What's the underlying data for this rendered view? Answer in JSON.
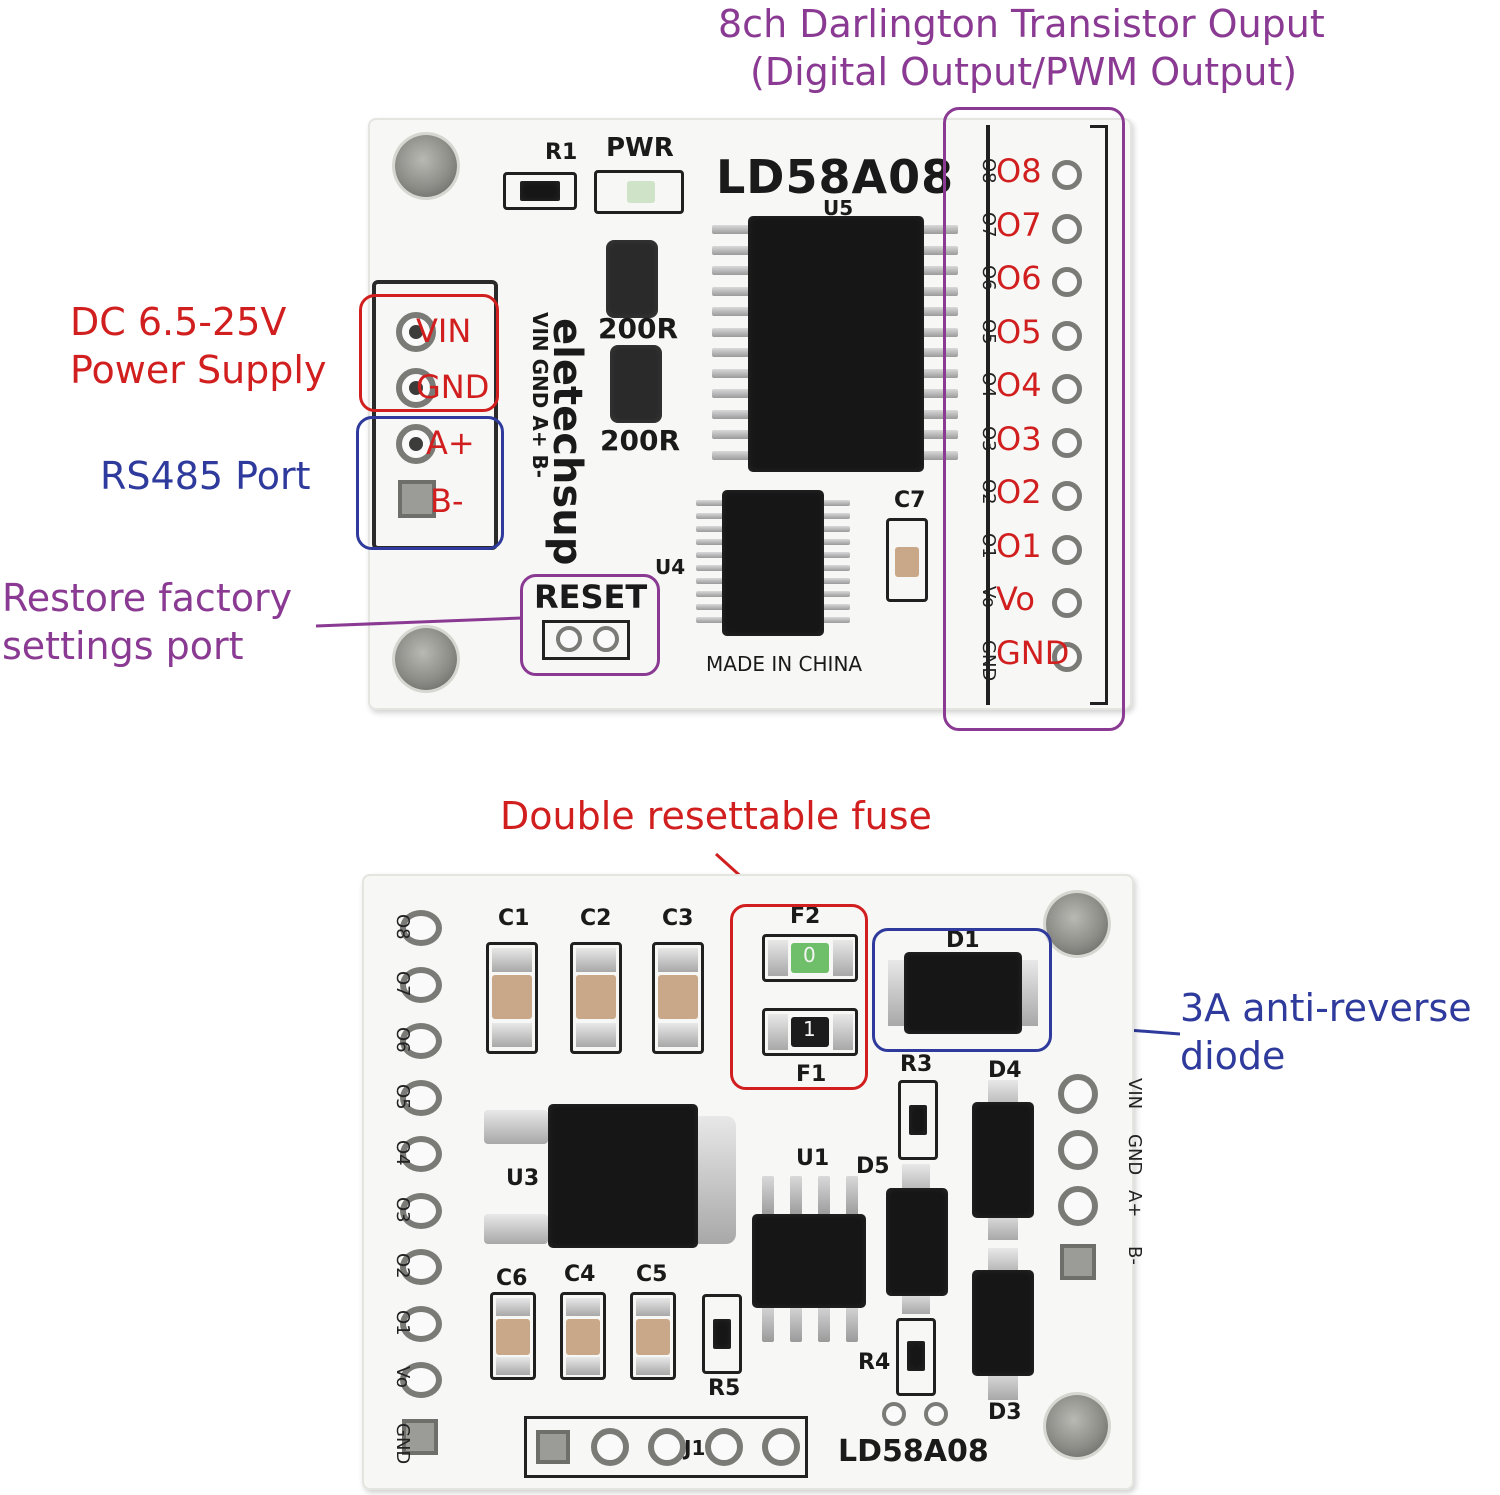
{
  "annotations": {
    "title_line1": "8ch Darlington Transistor Ouput",
    "title_line2": "(Digital Output/PWM Output)",
    "power_line1": "DC 6.5-25V",
    "power_line2": "Power Supply",
    "rs485": "RS485 Port",
    "restore_line1": "Restore factory",
    "restore_line2": "settings port",
    "fuse": "Double resettable fuse",
    "diode_line1": "3A anti-reverse",
    "diode_line2": "diode"
  },
  "colors": {
    "purple": "#8a3a92",
    "red": "#d11f1f",
    "blue": "#2e3a9c",
    "pcb": "#f7f7f5",
    "chip": "#161616"
  },
  "top_board": {
    "model": "LD58A08",
    "brand": "eletechsup",
    "made_in": "MADE IN CHINA",
    "reset": "RESET",
    "r1": "R1",
    "pwr": "PWR",
    "u5": "U5",
    "u4": "U4",
    "c7": "C7",
    "res_value_1": "200R",
    "res_value_2": "200R",
    "power_pins_red": [
      "VIN",
      "GND",
      "A+",
      "B-"
    ],
    "power_pins_silk": "VIN GND A+ B-",
    "outputs_red": [
      "O8",
      "O7",
      "O6",
      "O5",
      "O4",
      "O3",
      "O2",
      "O1",
      "Vo",
      "GND"
    ],
    "outputs_silk": [
      "O8",
      "O7",
      "O6",
      "O5",
      "O4",
      "O3",
      "O2",
      "O1",
      "Vo",
      "GND"
    ]
  },
  "bottom_board": {
    "model": "LD58A08",
    "caps_top": [
      "C1",
      "C2",
      "C3"
    ],
    "caps_bottom": [
      "C6",
      "C4",
      "C5"
    ],
    "f2": "F2",
    "f1": "F1",
    "f2_mark": "0",
    "f1_mark": "1",
    "d1": "D1",
    "d4": "D4",
    "d5": "D5",
    "d3": "D3",
    "r3": "R3",
    "r4": "R4",
    "r5": "R5",
    "u1": "U1",
    "u3": "U3",
    "j1": "J1",
    "left_pins": [
      "O8",
      "O7",
      "O6",
      "O5",
      "O4",
      "O3",
      "O2",
      "O1",
      "Vo",
      "GND"
    ],
    "right_pins": [
      "VIN",
      "GND",
      "A+",
      "B-"
    ]
  }
}
